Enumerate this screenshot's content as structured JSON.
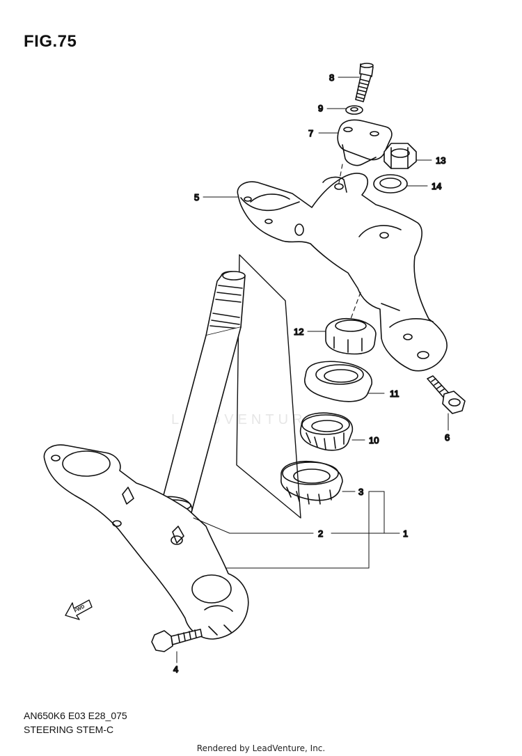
{
  "figure": {
    "title": "FIG.75",
    "model_code": "AN650K6 E03 E28_075",
    "assembly_name": "STEERING STEM-C"
  },
  "watermark": "LEADVENTURE",
  "fwd_label": "FWD",
  "callouts": [
    "1",
    "2",
    "3",
    "4",
    "5",
    "6",
    "7",
    "8",
    "9",
    "10",
    "11",
    "12",
    "13",
    "14"
  ],
  "footer": "Rendered by LeadVenture, Inc."
}
